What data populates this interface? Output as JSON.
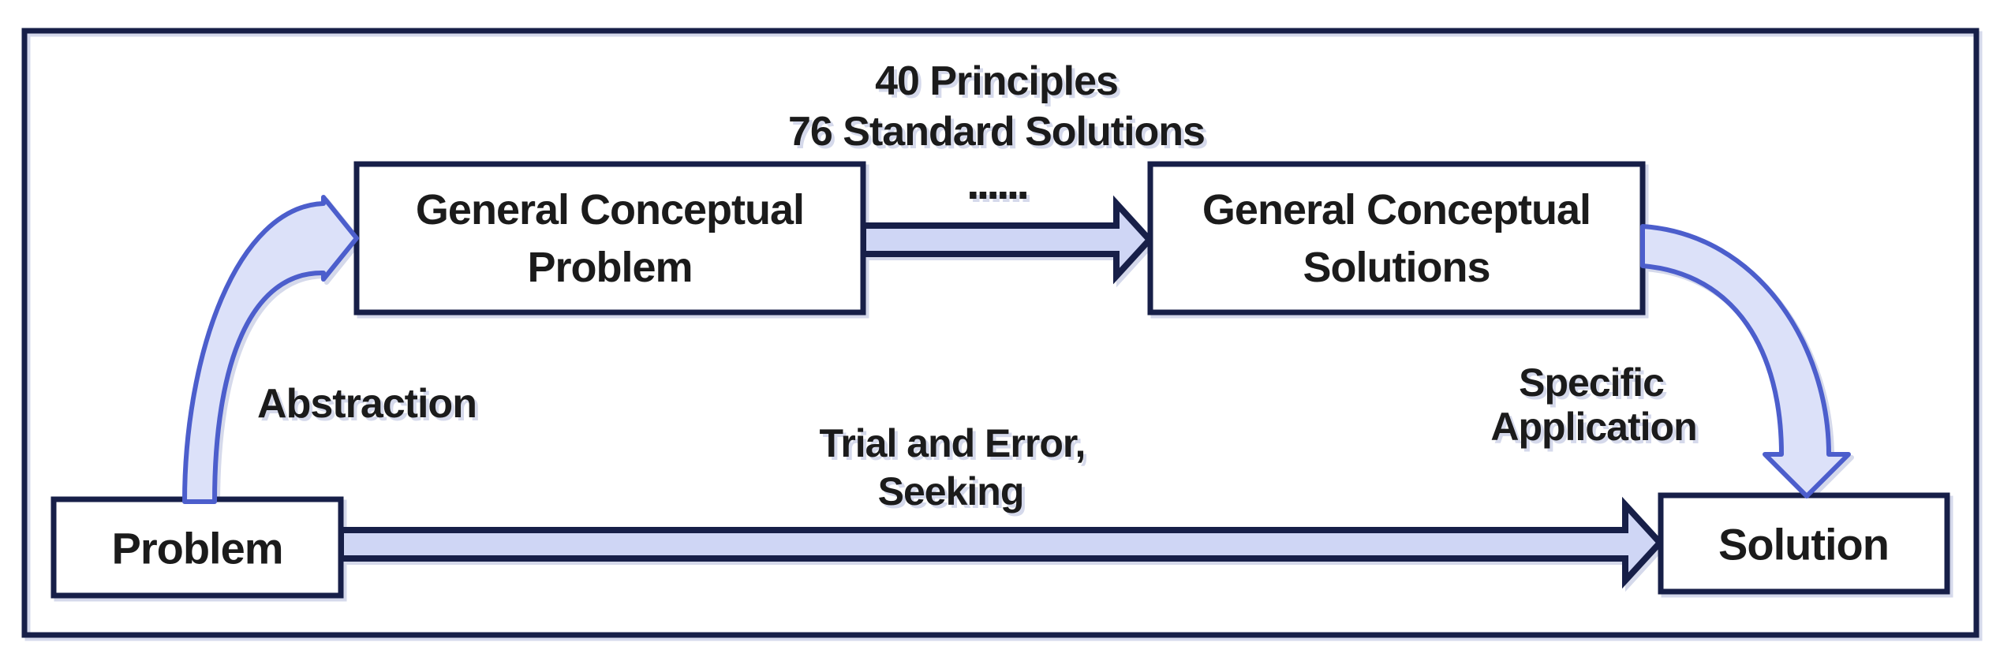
{
  "colors": {
    "border_navy": "#171F48",
    "curved_arrow_blue": "#4C5ECC",
    "block_arrow_fill": "#CFD6F5",
    "curved_arrow_fill": "#DCE1F9",
    "text": "#1B1B1B",
    "background": "#FFFFFF"
  },
  "nodes": {
    "problem": {
      "label": "Problem"
    },
    "general_problem": {
      "line1": "General Conceptual",
      "line2": "Problem"
    },
    "general_solutions": {
      "line1": "General Conceptual",
      "line2": "Solutions"
    },
    "solution": {
      "label": "Solution"
    }
  },
  "labels": {
    "principles": "40 Principles",
    "standard_solutions": "76 Standard Solutions",
    "ellipsis": "......",
    "abstraction": "Abstraction",
    "trial_line1": "Trial and Error,",
    "trial_line2": "Seeking",
    "specific_line1": "Specific",
    "specific_line2": "Application"
  }
}
